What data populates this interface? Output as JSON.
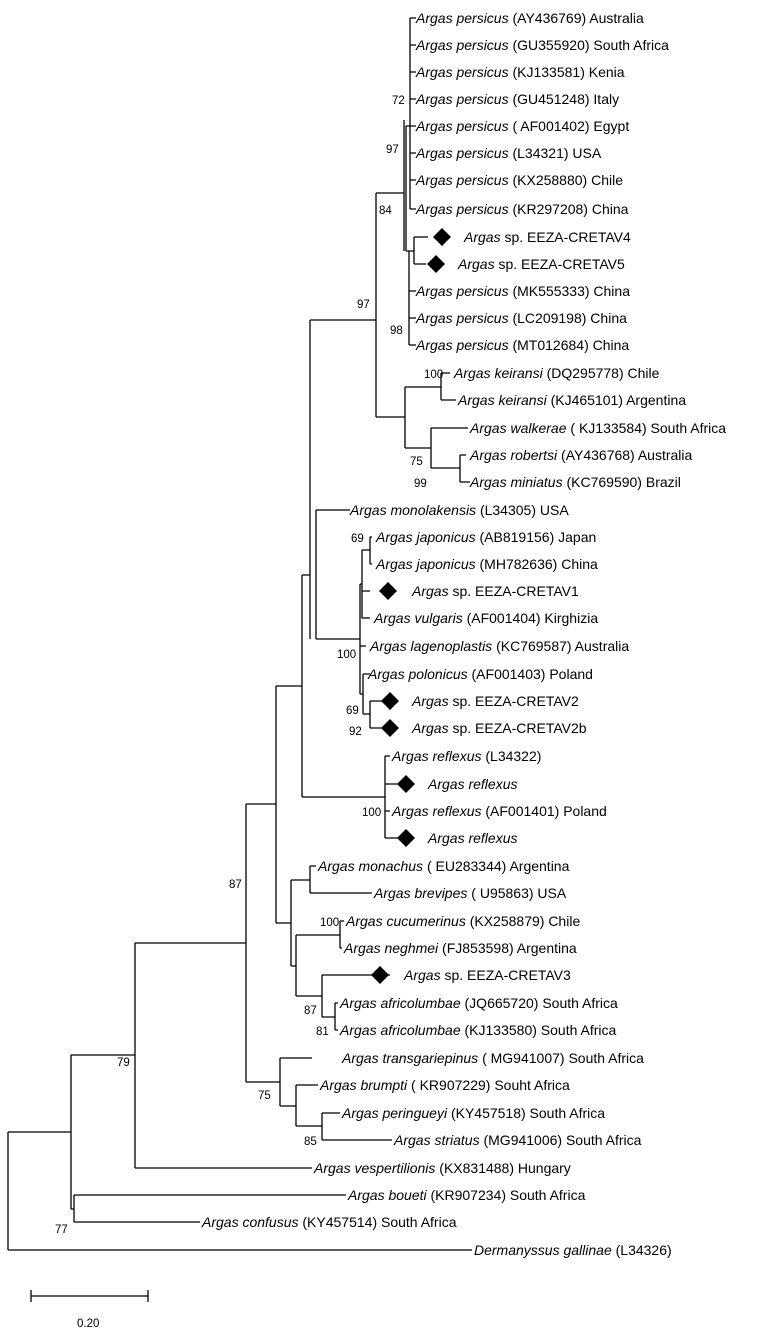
{
  "chart_data": {
    "type": "tree",
    "scale_bar_label": "0.20",
    "genus": "Argas",
    "taxa": [
      {
        "id": "t1",
        "genus": "Argas",
        "species": "persicus",
        "acc": "(AY436769)",
        "origin": "Australia"
      },
      {
        "id": "t2",
        "genus": "Argas",
        "species": "persicus",
        "acc": "(GU355920)",
        "origin": "South Africa"
      },
      {
        "id": "t3",
        "genus": "Argas",
        "species": "persicus",
        "acc": "(KJ133581)",
        "origin": "Kenia"
      },
      {
        "id": "t4",
        "genus": "Argas",
        "species": "persicus",
        "acc": "(GU451248)",
        "origin": "Italy"
      },
      {
        "id": "t5",
        "genus": "Argas",
        "species": "persicus",
        "acc": "( AF001402)",
        "origin": "Egypt"
      },
      {
        "id": "t6",
        "genus": "Argas",
        "species": "persicus",
        "acc": "(L34321)",
        "origin": "USA"
      },
      {
        "id": "t7",
        "genus": "Argas",
        "species": "persicus",
        "acc": "(KX258880)",
        "origin": "Chile"
      },
      {
        "id": "t8",
        "genus": "Argas",
        "species": "persicus",
        "acc": "(KR297208)",
        "origin": "China"
      },
      {
        "id": "t9",
        "genus": "Argas",
        "species": "",
        "acc": "sp. EEZA-CRETAV4",
        "origin": "",
        "marker": true
      },
      {
        "id": "t10",
        "genus": "Argas",
        "species": "",
        "acc": "sp. EEZA-CRETAV5",
        "origin": "",
        "marker": true
      },
      {
        "id": "t11",
        "genus": "Argas",
        "species": "persicus",
        "acc": "(MK555333)",
        "origin": "China"
      },
      {
        "id": "t12",
        "genus": "Argas",
        "species": "persicus",
        "acc": "(LC209198)",
        "origin": "China"
      },
      {
        "id": "t13",
        "genus": "Argas",
        "species": "persicus",
        "acc": "(MT012684)",
        "origin": "China"
      },
      {
        "id": "t14",
        "genus": "Argas",
        "species": "keiransi",
        "acc": "(DQ295778)",
        "origin": "Chile"
      },
      {
        "id": "t15",
        "genus": "Argas",
        "species": "keiransi",
        "acc": "(KJ465101)",
        "origin": "Argentina"
      },
      {
        "id": "t16",
        "genus": "Argas",
        "species": "walkerae",
        "acc": "( KJ133584)",
        "origin": "South Africa"
      },
      {
        "id": "t17",
        "genus": "Argas",
        "species": "robertsi",
        "acc": "(AY436768)",
        "origin": "Australia"
      },
      {
        "id": "t18",
        "genus": "Argas",
        "species": "miniatus",
        "acc": "(KC769590)",
        "origin": "Brazil"
      },
      {
        "id": "t19",
        "genus": "Argas",
        "species": "monolakensis",
        "acc": "(L34305)",
        "origin": "USA"
      },
      {
        "id": "t20",
        "genus": "Argas",
        "species": "japonicus",
        "acc": "(AB819156)",
        "origin": "Japan"
      },
      {
        "id": "t21",
        "genus": "Argas",
        "species": "japonicus",
        "acc": "(MH782636)",
        "origin": "China"
      },
      {
        "id": "t22",
        "genus": "Argas",
        "species": "",
        "acc": "sp. EEZA-CRETAV1",
        "origin": "",
        "marker": true
      },
      {
        "id": "t23",
        "genus": "Argas",
        "species": "vulgaris",
        "acc": "(AF001404)",
        "origin": "Kirghizia"
      },
      {
        "id": "t24",
        "genus": "Argas",
        "species": "lagenoplastis",
        "acc": "(KC769587)",
        "origin": "Australia"
      },
      {
        "id": "t25",
        "genus": "Argas",
        "species": "polonicus",
        "acc": "(AF001403)",
        "origin": "Poland"
      },
      {
        "id": "t26",
        "genus": "Argas",
        "species": "",
        "acc": "sp. EEZA-CRETAV2",
        "origin": "",
        "marker": true
      },
      {
        "id": "t27",
        "genus": "Argas",
        "species": "",
        "acc": "sp. EEZA-CRETAV2b",
        "origin": "",
        "marker": true
      },
      {
        "id": "t28",
        "genus": "Argas",
        "species": "reflexus",
        "acc": "(L34322)",
        "origin": ""
      },
      {
        "id": "t29",
        "genus": "Argas",
        "species": "reflexus",
        "acc": "",
        "origin": "",
        "marker": true
      },
      {
        "id": "t30",
        "genus": "Argas",
        "species": "reflexus",
        "acc": "(AF001401)",
        "origin": "Poland"
      },
      {
        "id": "t31",
        "genus": "Argas",
        "species": "reflexus",
        "acc": "",
        "origin": "",
        "marker": true
      },
      {
        "id": "t32",
        "genus": "Argas",
        "species": "monachus",
        "acc": "( EU283344)",
        "origin": "Argentina"
      },
      {
        "id": "t33",
        "genus": "Argas",
        "species": "brevipes",
        "acc": "( U95863)",
        "origin": "USA"
      },
      {
        "id": "t34",
        "genus": "Argas",
        "species": "cucumerinus",
        "acc": "(KX258879)",
        "origin": "Chile"
      },
      {
        "id": "t35",
        "genus": "Argas",
        "species": "neghmei",
        "acc": "(FJ853598)",
        "origin": "Argentina"
      },
      {
        "id": "t36",
        "genus": "Argas",
        "species": "",
        "acc": "sp. EEZA-CRETAV3",
        "origin": "",
        "marker": true
      },
      {
        "id": "t37",
        "genus": "Argas",
        "species": "africolumbae",
        "acc": "(JQ665720)",
        "origin": "South Africa"
      },
      {
        "id": "t38",
        "genus": "Argas",
        "species": "africolumbae",
        "acc": "(KJ133580)",
        "origin": "South Africa"
      },
      {
        "id": "t39",
        "genus": "Argas",
        "species": "transgariepinus",
        "acc": "( MG941007)",
        "origin": "South Africa"
      },
      {
        "id": "t40",
        "genus": "Argas",
        "species": "brumpti",
        "acc": "( KR907229)",
        "origin": "Souht Africa"
      },
      {
        "id": "t41",
        "genus": "Argas",
        "species": "peringueyi",
        "acc": "(KY457518)",
        "origin": "South Africa"
      },
      {
        "id": "t42",
        "genus": "Argas",
        "species": "striatus",
        "acc": "(MG941006)",
        "origin": "South Africa"
      },
      {
        "id": "t43",
        "genus": "Argas",
        "species": "vespertilionis",
        "acc": "(KX831488)",
        "origin": "Hungary"
      },
      {
        "id": "t44",
        "genus": "Argas",
        "species": "boueti",
        "acc": "(KR907234)",
        "origin": "South Africa"
      },
      {
        "id": "t45",
        "genus": "Argas",
        "species": "confusus",
        "acc": "(KY457514)",
        "origin": "South Africa"
      },
      {
        "id": "t46",
        "genus": "Dermanyssus",
        "species": "gallinae",
        "acc": "(L34326)",
        "origin": ""
      }
    ],
    "bootstrap_values": [
      "72",
      "97",
      "84",
      "97",
      "98",
      "100",
      "75",
      "99",
      "69",
      "100",
      "69",
      "92",
      "100",
      "87",
      "100",
      "87",
      "81",
      "79",
      "75",
      "85",
      "77"
    ]
  }
}
